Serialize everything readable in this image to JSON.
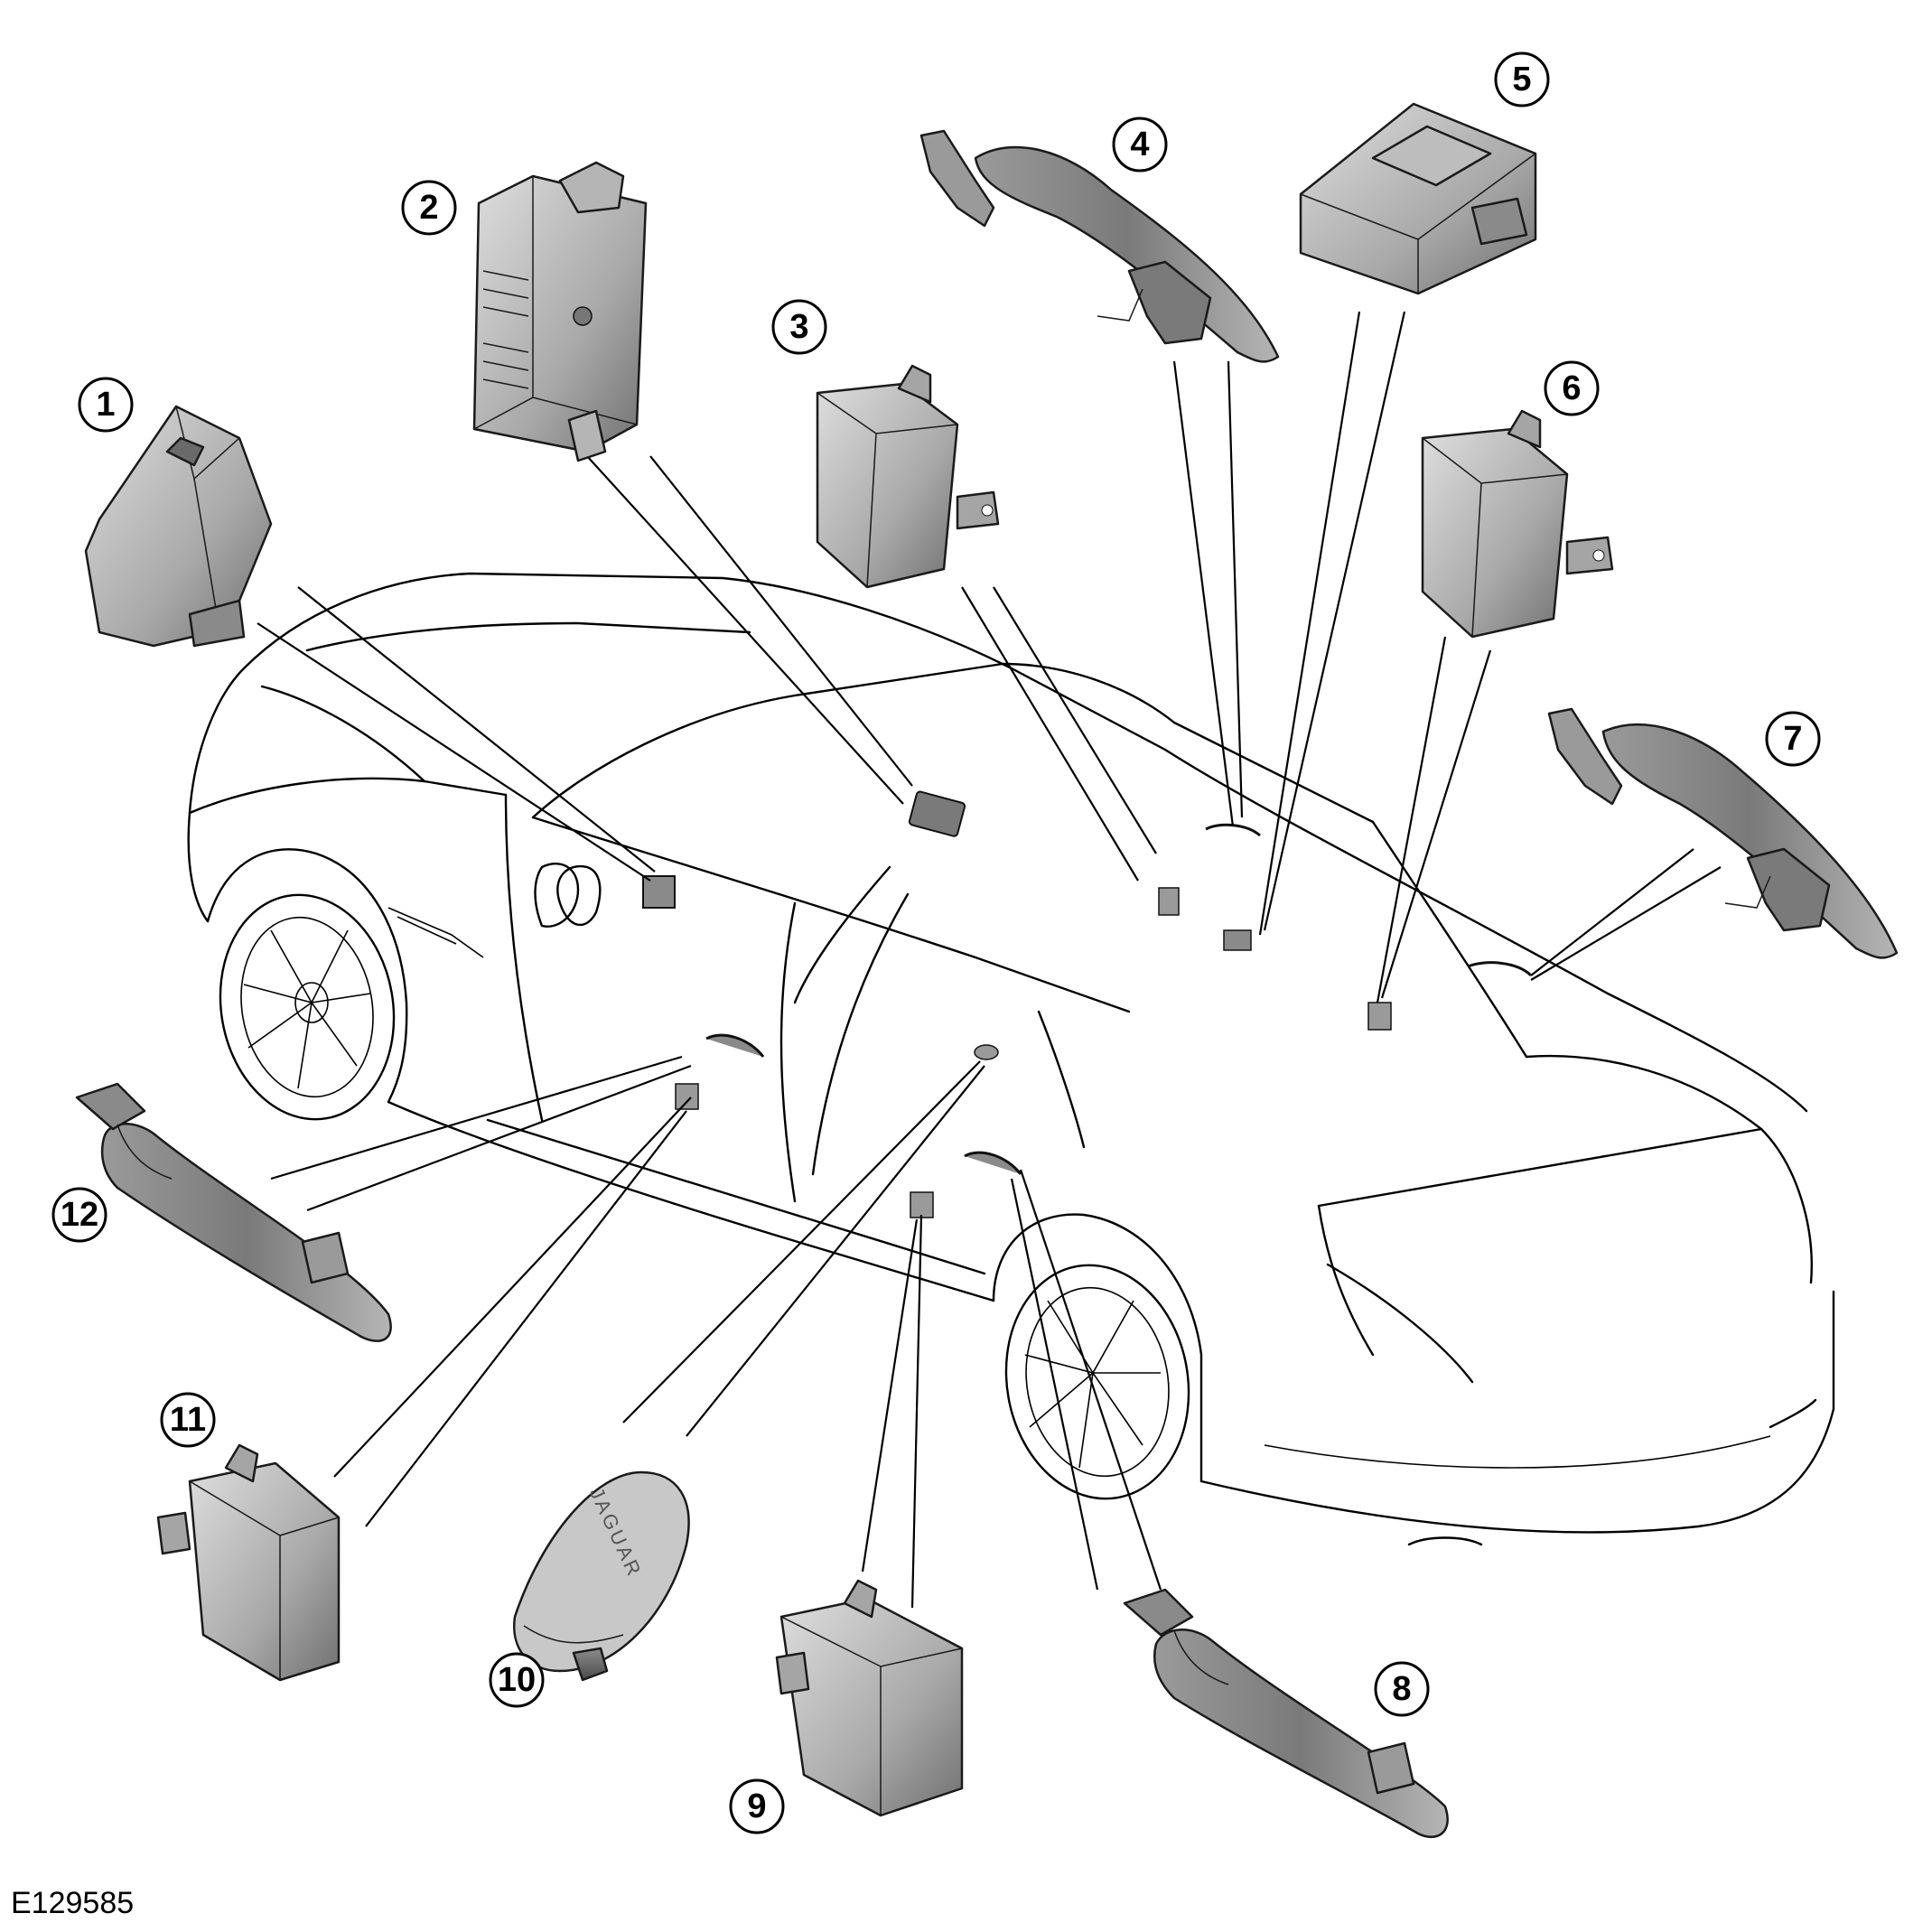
{
  "figure_reference": "E129585",
  "callouts": [
    {
      "label": "1"
    },
    {
      "label": "2"
    },
    {
      "label": "3"
    },
    {
      "label": "4"
    },
    {
      "label": "5"
    },
    {
      "label": "6"
    },
    {
      "label": "7"
    },
    {
      "label": "8"
    },
    {
      "label": "9"
    },
    {
      "label": "10"
    },
    {
      "label": "11"
    },
    {
      "label": "12"
    }
  ],
  "key_fob_text": "JAGUAR",
  "colors": {
    "line": "#000000",
    "part_fill_light": "#d4d4d4",
    "part_fill_mid": "#a8a8a8",
    "part_fill_dark": "#6e6e6e",
    "background": "#ffffff"
  }
}
